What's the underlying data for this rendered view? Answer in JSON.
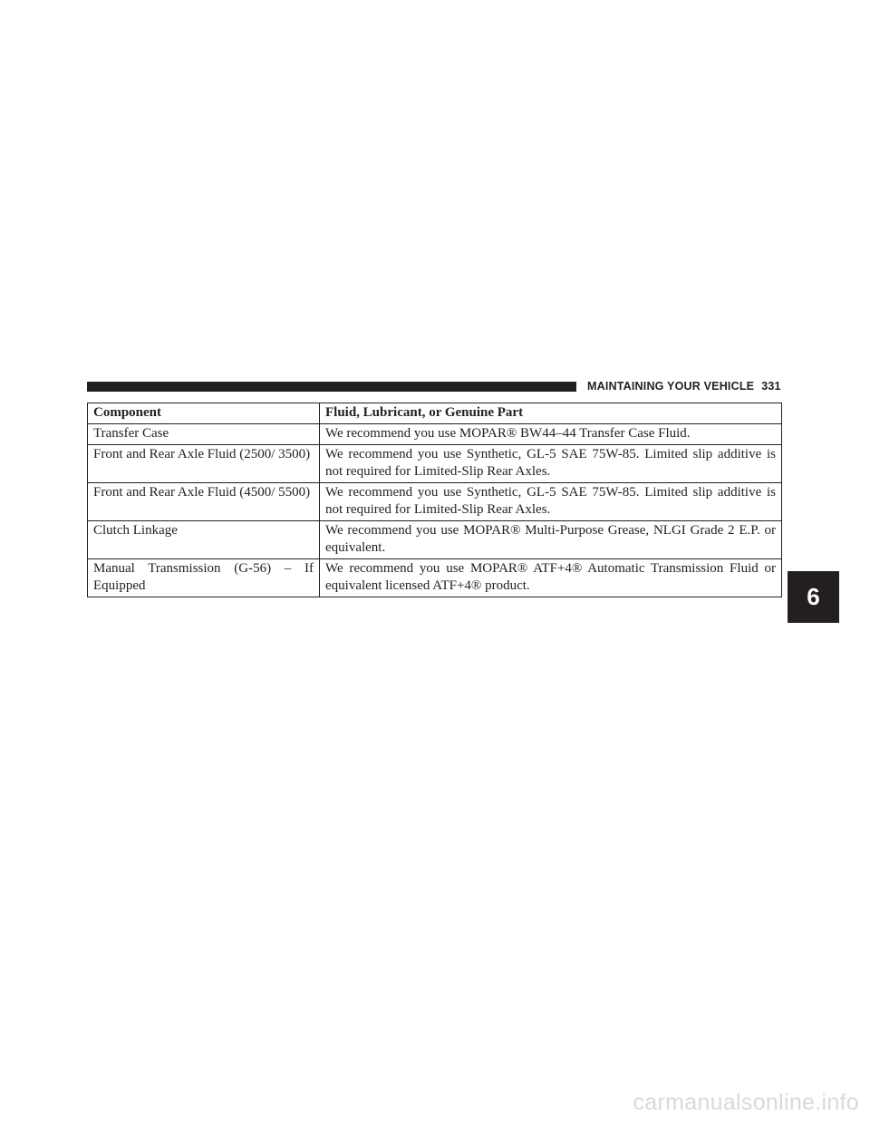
{
  "header": {
    "section_title": "MAINTAINING YOUR VEHICLE",
    "page_number": "331"
  },
  "table": {
    "headers": [
      "Component",
      "Fluid, Lubricant, or Genuine Part"
    ],
    "rows": [
      [
        "Transfer Case",
        "We recommend you use MOPAR® BW44–44 Transfer Case Fluid."
      ],
      [
        "Front and Rear Axle Fluid (2500/ 3500)",
        "We recommend you use Synthetic, GL-5 SAE 75W-85. Limited slip additive is not required for Limited-Slip Rear Axles."
      ],
      [
        "Front and Rear Axle Fluid (4500/ 5500)",
        "We recommend you use Synthetic, GL-5 SAE 75W-85. Limited slip additive is not required for Limited-Slip Rear Axles."
      ],
      [
        "Clutch Linkage",
        "We recommend you use MOPAR® Multi-Purpose Grease, NLGI Grade 2 E.P. or equivalent."
      ],
      [
        "Manual Transmission (G-56) – If Equipped",
        "We recommend you use MOPAR® ATF+4® Automatic Transmission Fluid or equivalent licensed ATF+4® product."
      ]
    ]
  },
  "chapter_tab": "6",
  "watermark": "carmanualsonline.info"
}
